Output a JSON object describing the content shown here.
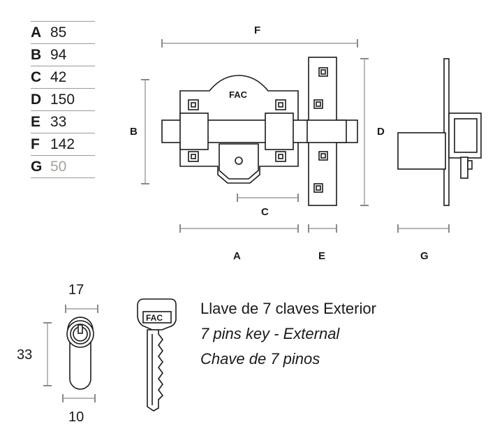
{
  "dimensions": [
    {
      "letter": "A",
      "value": "85"
    },
    {
      "letter": "B",
      "value": "94"
    },
    {
      "letter": "C",
      "value": "42"
    },
    {
      "letter": "D",
      "value": "150"
    },
    {
      "letter": "E",
      "value": "33"
    },
    {
      "letter": "F",
      "value": "142"
    },
    {
      "letter": "G",
      "value": "50"
    }
  ],
  "drawing_labels": {
    "A": "A",
    "B": "B",
    "C": "C",
    "D": "D",
    "E": "E",
    "F": "F",
    "G": "G"
  },
  "logo": "FAC",
  "cylinder_dims": {
    "top": "17",
    "side": "33",
    "bottom": "10"
  },
  "key_text": {
    "line1": "Llave de 7 claves Exterior",
    "line2": "7 pins key - External",
    "line3": "Chave de 7 pinos"
  },
  "colors": {
    "muted_value": "#a4a49a",
    "line": "#1a1a1a",
    "dim_line": "#8a8a8a"
  }
}
